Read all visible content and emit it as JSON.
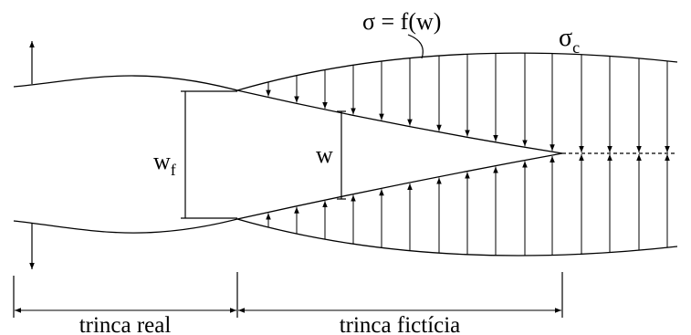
{
  "labels": {
    "stress_function": "σ = f(w)",
    "critical_stress": "σ",
    "critical_stress_sub": "c",
    "opening_w": "w",
    "opening_wf": "w",
    "opening_wf_sub": "f",
    "zone_real": "trinca real",
    "zone_fictitious": "trinca fictícia"
  }
}
